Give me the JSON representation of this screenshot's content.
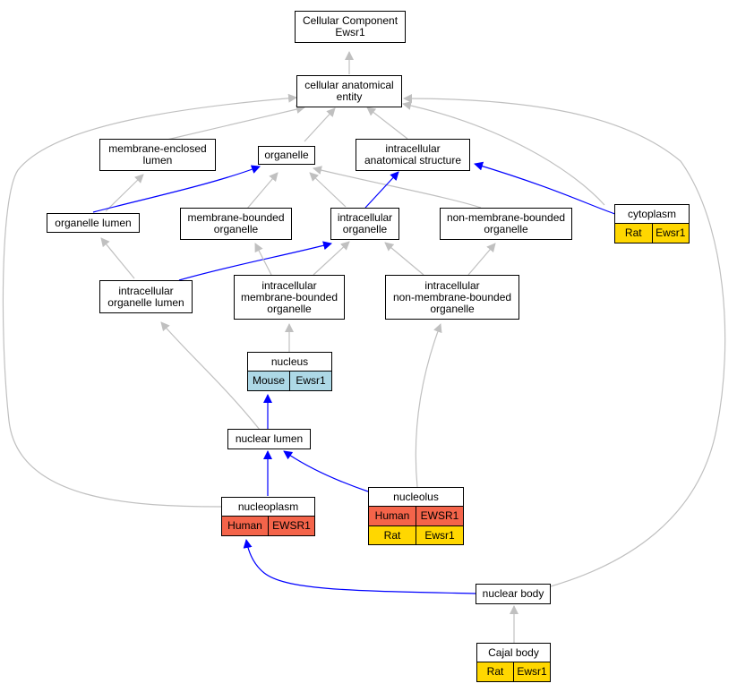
{
  "nodes": {
    "cc": "Cellular Component\nEwsr1",
    "cae": "cellular anatomical\nentity",
    "mel": "membrane-enclosed\nlumen",
    "org": "organelle",
    "ias": "intracellular\nanatomical structure",
    "ol": "organelle lumen",
    "mbo": "membrane-bounded\norganelle",
    "io": "intracellular\norganelle",
    "nmbo": "non-membrane-bounded\norganelle",
    "iol": "intracellular\norganelle lumen",
    "imbo": "intracellular\nmembrane-bounded\norganelle",
    "inmbo": "intracellular\nnon-membrane-bounded\norganelle",
    "nl": "nuclear lumen",
    "nb": "nuclear body"
  },
  "tables": {
    "cytoplasm": {
      "title": "cytoplasm",
      "rows": [
        [
          "Rat",
          "Ewsr1"
        ]
      ],
      "colors": [
        "#ffd700"
      ]
    },
    "nucleus": {
      "title": "nucleus",
      "rows": [
        [
          "Mouse",
          "Ewsr1"
        ]
      ],
      "colors": [
        "#add8e6"
      ]
    },
    "nucleoplasm": {
      "title": "nucleoplasm",
      "rows": [
        [
          "Human",
          "EWSR1"
        ]
      ],
      "colors": [
        "#f4644a"
      ]
    },
    "nucleolus": {
      "title": "nucleolus",
      "rows": [
        [
          "Human",
          "EWSR1"
        ],
        [
          "Rat",
          "Ewsr1"
        ]
      ],
      "colors": [
        "#f4644a",
        "#ffd700"
      ]
    },
    "cajal": {
      "title": "Cajal body",
      "rows": [
        [
          "Rat",
          "Ewsr1"
        ]
      ],
      "colors": [
        "#ffd700"
      ]
    }
  },
  "colors": {
    "edge_gray": "#c0c0c0",
    "edge_blue": "#0000ff"
  }
}
